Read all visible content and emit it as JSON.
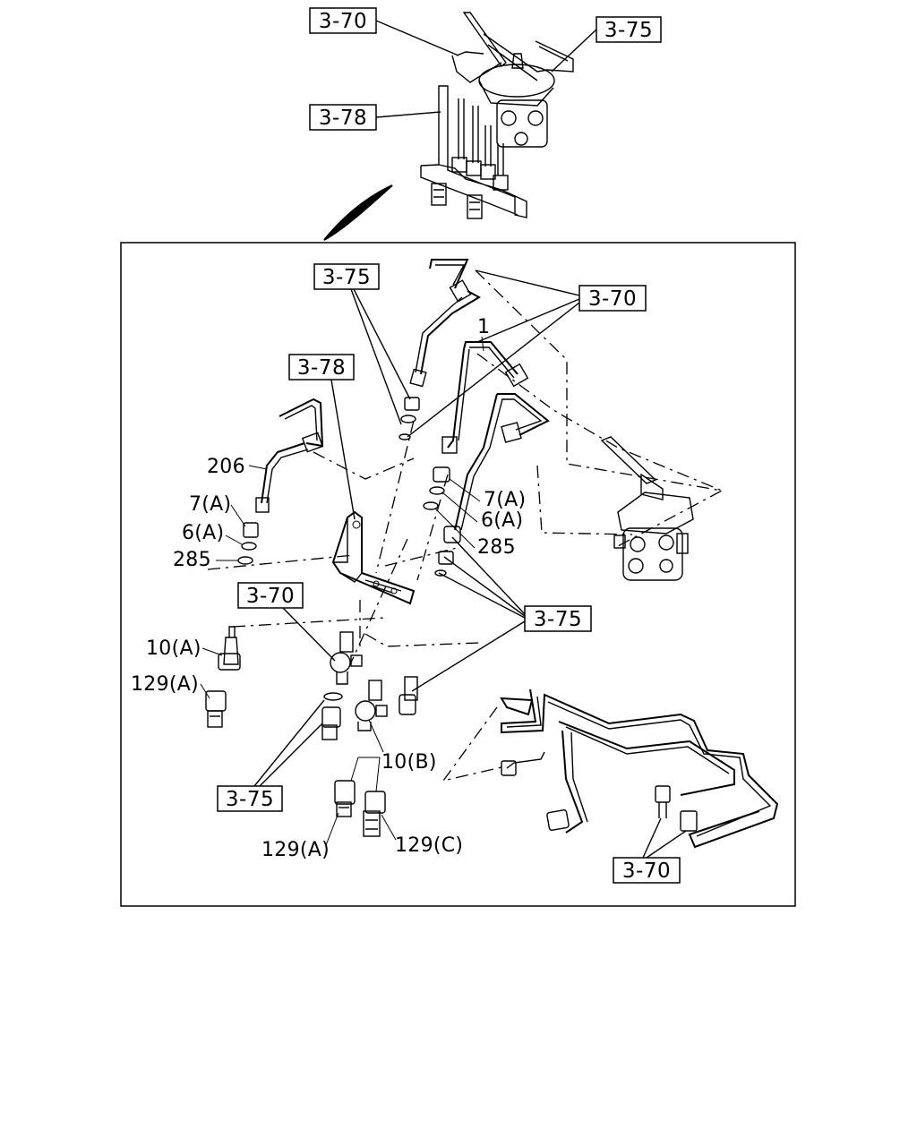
{
  "callouts_top": [
    {
      "id": "c1",
      "text": "3-70"
    },
    {
      "id": "c2",
      "text": "3-75"
    },
    {
      "id": "c3",
      "text": "3-78"
    }
  ],
  "callouts_detail": [
    {
      "id": "d1",
      "text": "3-75"
    },
    {
      "id": "d2",
      "text": "3-70"
    },
    {
      "id": "d3",
      "text": "3-78"
    },
    {
      "id": "d4",
      "text": "3-70"
    },
    {
      "id": "d5",
      "text": "3-75"
    },
    {
      "id": "d6",
      "text": "3-75"
    },
    {
      "id": "d7",
      "text": "3-70"
    }
  ],
  "part_labels": [
    {
      "id": "p1",
      "text": "1"
    },
    {
      "id": "p206",
      "text": "206"
    },
    {
      "id": "p7a_l",
      "text": "7(A)"
    },
    {
      "id": "p6a_l",
      "text": "6(A)"
    },
    {
      "id": "p285_l",
      "text": "285"
    },
    {
      "id": "p7a_r",
      "text": "7(A)"
    },
    {
      "id": "p6a_r",
      "text": "6(A)"
    },
    {
      "id": "p285_r",
      "text": "285"
    },
    {
      "id": "p10a",
      "text": "10(A)"
    },
    {
      "id": "p129a_1",
      "text": "129(A)"
    },
    {
      "id": "p10b",
      "text": "10(B)"
    },
    {
      "id": "p129a_2",
      "text": "129(A)"
    },
    {
      "id": "p129c",
      "text": "129(C)"
    }
  ]
}
